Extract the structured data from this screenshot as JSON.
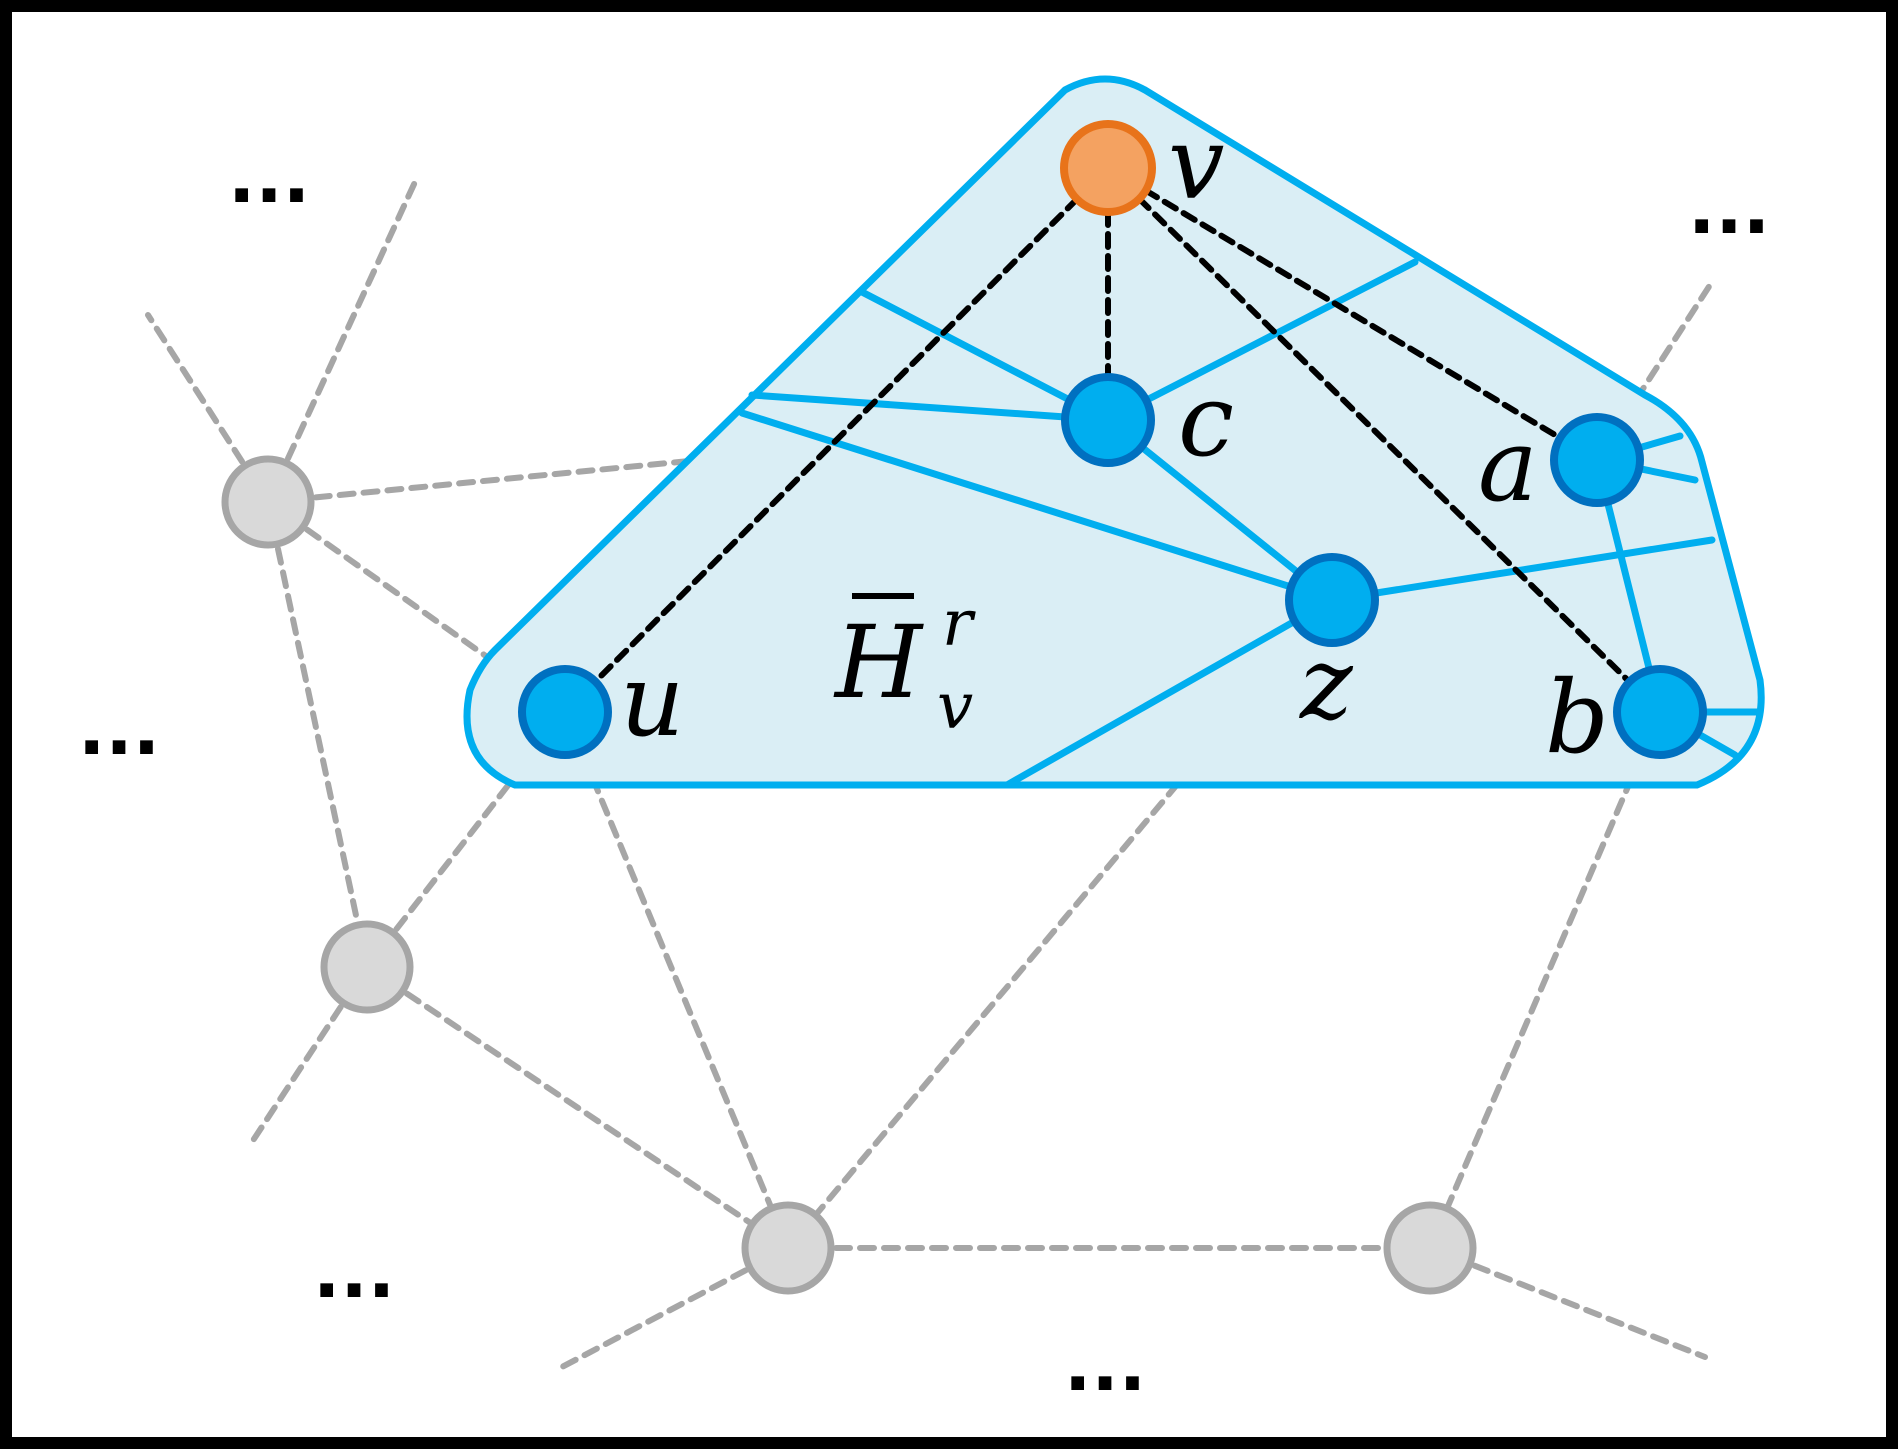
{
  "region": {
    "label_base": "H",
    "label_sup": "r",
    "label_sub": "v"
  },
  "nodes": {
    "v": "v",
    "c": "c",
    "a": "a",
    "z": "z",
    "u": "u",
    "b": "b"
  },
  "ellipsis": "..."
}
